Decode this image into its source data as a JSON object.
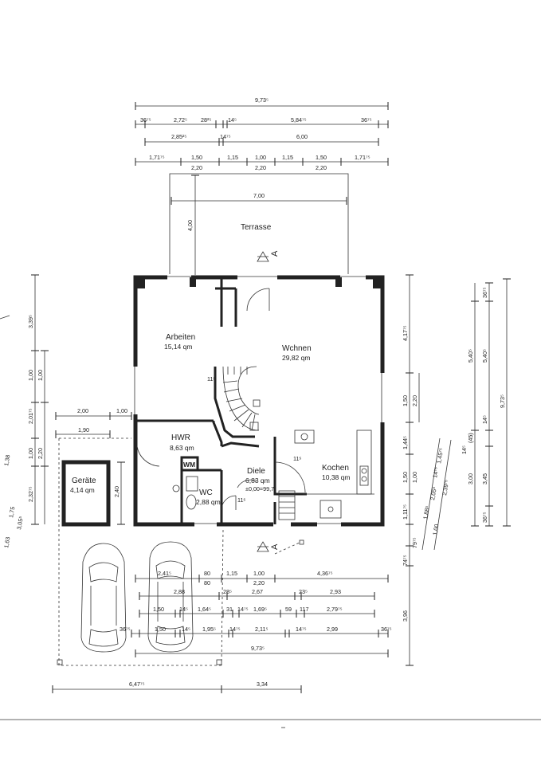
{
  "rooms": {
    "terrasse": "Terrasse",
    "arbeiten": "Arbeiten",
    "arbeiten_area": "15,14 qm",
    "wohnen": "Wchnen",
    "wohnen_area": "29,82 qm",
    "hwr": "HWR",
    "hwr_area": "8,63 qm",
    "wm": "WM",
    "wc": "WC",
    "wc_area": "2,88 qm",
    "diele": "Diele",
    "diele_area": "6,83 qm",
    "diele_level": "±0,00=99,7",
    "kochen": "Kochen",
    "kochen_area": "10,38 qm",
    "geraete": "Geräte",
    "geraete_area": "4,14 qm"
  },
  "section_mark": "A",
  "dims_top": {
    "overall": "9,73⁵",
    "r1": [
      "36⁷⁵",
      "2,72⁵",
      "28²⁵",
      "14⁵",
      "5,84⁷⁵",
      "36⁷⁵"
    ],
    "r2": [
      "2,85²⁵",
      "14⁷⁵",
      "6,00"
    ],
    "r3": [
      "1,71⁷⁵",
      "1,50",
      "1,15",
      "1,00",
      "1,15",
      "1,50",
      "1,71⁷⁵"
    ],
    "r4": [
      "2,20",
      "2,20",
      "2,20"
    ],
    "terrace_width": "7,00",
    "terrace_depth": "4,00"
  },
  "dims_bottom": {
    "r1": [
      "2,41⁵",
      "80",
      "1,15",
      "1,00",
      "4,36⁷⁵"
    ],
    "r1b": [
      "80",
      "2,20"
    ],
    "r2": [
      "2,88",
      "28⁵",
      "2,67",
      "23⁵",
      "2,93"
    ],
    "r3": [
      "1,50",
      "14⁵",
      "1,64⁵",
      "31",
      "14⁷⁵",
      "1,69⁵",
      "59",
      "117",
      "2,79⁷⁵"
    ],
    "r4": [
      "36⁷⁵",
      "1,50",
      "14⁵",
      "1,95⁵",
      "14⁷⁵",
      "2,11⁵",
      "14⁷⁵",
      "2,99",
      "36⁷⁵"
    ],
    "overall": "9,73⁵",
    "garage": "6,47⁷⁵",
    "rest": "3,34",
    "height": "3,96"
  },
  "dims_left": {
    "a": "3,39⁵",
    "b": "1,00",
    "c": "1,00",
    "d": "2,01⁷⁵",
    "e": "1,00",
    "f": "2,20",
    "g": "2,32⁷⁵",
    "shed_w1": "2,00",
    "shed_w2": "1,00",
    "shed_w3": "1,90",
    "shed_h": "2,40",
    "diag": [
      "1,38",
      "1,75",
      "3,05⁵",
      "1,63"
    ]
  },
  "dims_right": {
    "a": "4,17⁷⁵",
    "b": "1,50",
    "c": "2,20",
    "d": "1,44⁵",
    "e": "1,50",
    "f": "1,00",
    "g": "1,11⁷⁵",
    "h": "79⁷⁵",
    "i": "74⁷⁵",
    "j": "36⁷⁵",
    "k": "5,40⁵",
    "l": "5,40⁵",
    "m": "9,73⁵",
    "n": "14⁵",
    "o": "(45)",
    "p": "14⁵",
    "q": "3,45",
    "r": "3,00",
    "s": "36⁷⁵",
    "diag": [
      "1,88⁵",
      "2,05⁵",
      "14⁷⁵",
      "2,39⁷⁵",
      "1,45⁷⁵",
      "1,00"
    ]
  },
  "door_mark": "11ˢ"
}
